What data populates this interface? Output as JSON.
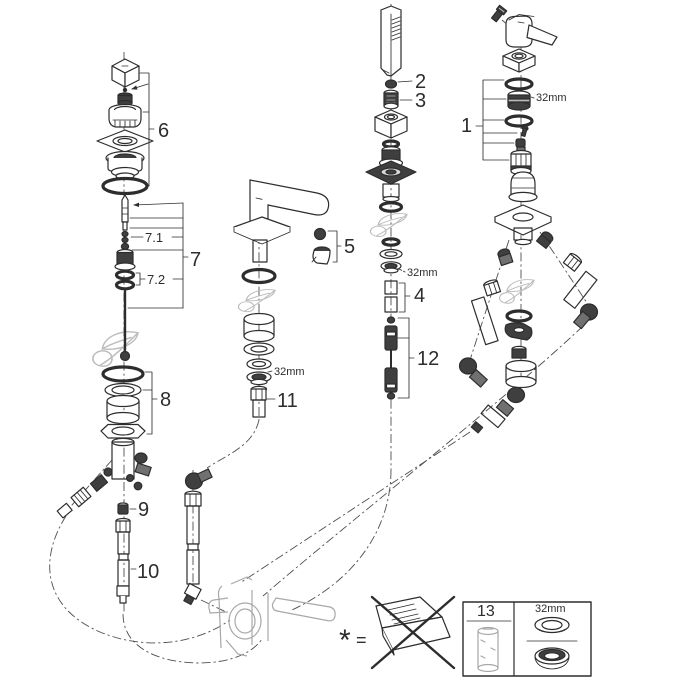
{
  "colors": {
    "background": "#ffffff",
    "line": "#2d2d2d",
    "dark_fill": "#3f3f3f",
    "faint_gray": "#a8a8a8",
    "eco_leaf_gray": "#bcbcbc"
  },
  "callouts": {
    "part1": "1",
    "part2": "2",
    "part3": "3",
    "part4": "4",
    "part5": "5",
    "part6": "6",
    "part7": "7",
    "part7_1": "7.1",
    "part7_2": "7.2",
    "part8": "8",
    "part9": "9",
    "part10": "10",
    "part11": "11",
    "part12": "12"
  },
  "size_labels": {
    "shower_column": "32mm",
    "spout_column": "32mm",
    "handle_column": "32mm"
  },
  "footnote": {
    "asterisk": "*",
    "equals": "="
  },
  "legend": {
    "part13": "13",
    "size": "32mm"
  },
  "icons": {
    "eco_leaf": "eco-leaf-icon",
    "crossed_box": "not-included-box-icon"
  }
}
